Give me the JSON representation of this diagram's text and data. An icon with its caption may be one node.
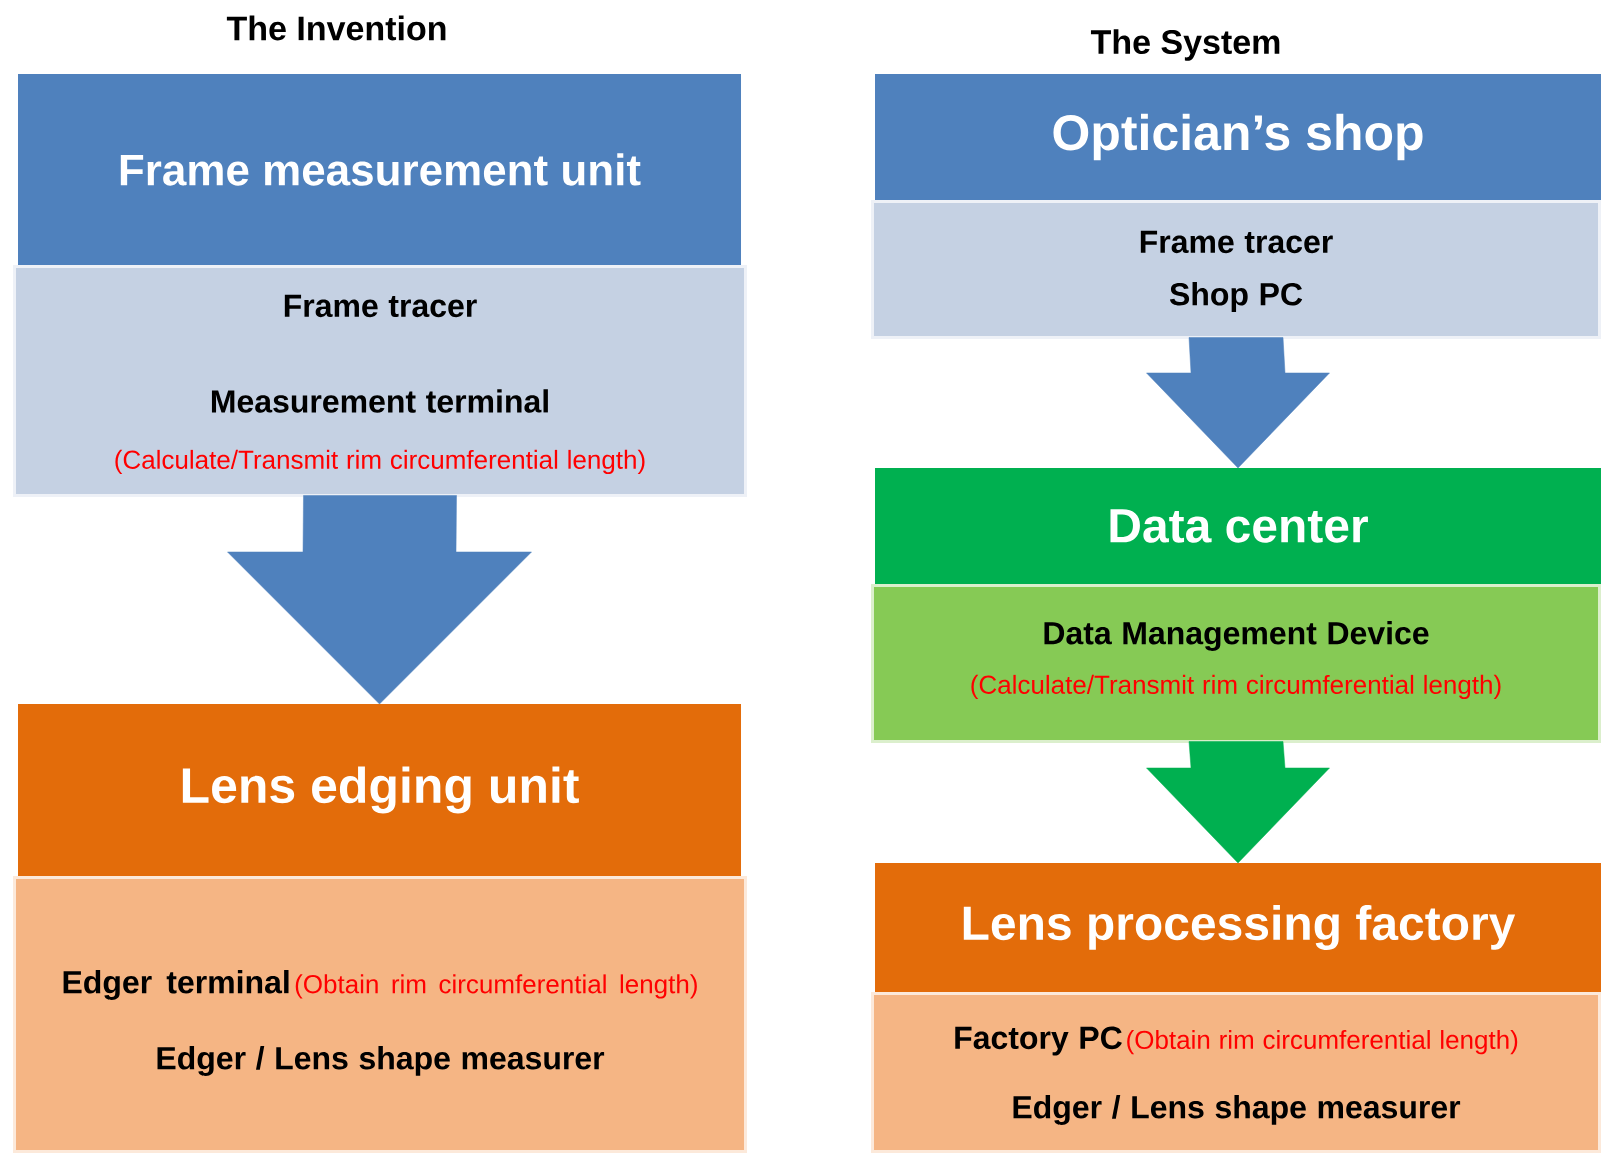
{
  "diagram": {
    "nodes": [
      {
        "text": [
          "Frame measurement unit"
        ]
      },
      {
        "text": [
          "Frame tracer",
          "Measurement terminal",
          "(Calculate/Transmit rim circumferential length)"
        ]
      },
      {
        "text": [
          "Lens edging unit"
        ]
      },
      {
        "text": [
          "Edger terminal",
          "(Obtain rim circumferential length)",
          "Edger / Lens shape measurer"
        ]
      },
      {
        "text": [
          "Optician’s shop"
        ]
      },
      {
        "text": [
          "Frame tracer",
          "Shop PC"
        ]
      },
      {
        "text": [
          "Data center"
        ]
      },
      {
        "text": [
          "Data Management Device",
          "(Calculate/Transmit rim circumferential length)"
        ]
      },
      {
        "text": [
          "Lens processing factory"
        ]
      },
      {
        "text": [
          "Factory PC",
          "(Obtain rim circumferential length)",
          "Edger / Lens shape measurer"
        ]
      }
    ],
    "edges": [
      {
        "from": 1,
        "to": 2,
        "arrow": "to"
      },
      {
        "from": 5,
        "to": 6,
        "arrow": "to"
      },
      {
        "from": 7,
        "to": 8,
        "arrow": "to",
        "color": "#00b050"
      }
    ],
    "labels": [
      "The Invention",
      "The System"
    ]
  }
}
